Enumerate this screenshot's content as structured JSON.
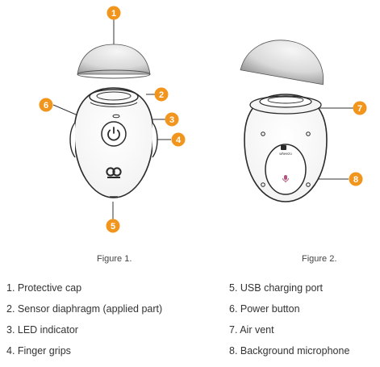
{
  "figures": [
    {
      "caption": "Figure 1."
    },
    {
      "caption": "Figure 2."
    }
  ],
  "device": {
    "logo_text": "wheezo"
  },
  "badges": [
    "1",
    "2",
    "3",
    "4",
    "5",
    "6",
    "7",
    "8"
  ],
  "legend": [
    "1. Protective cap",
    "2. Sensor diaphragm (applied part)",
    "3. LED indicator",
    "4. Finger grips",
    "5. USB charging port",
    "6. Power button",
    "7. Air vent",
    "8. Background microphone"
  ],
  "colors": {
    "accent": "#f2951c",
    "outline": "#2a2a2a",
    "mic": "#b0567e"
  }
}
